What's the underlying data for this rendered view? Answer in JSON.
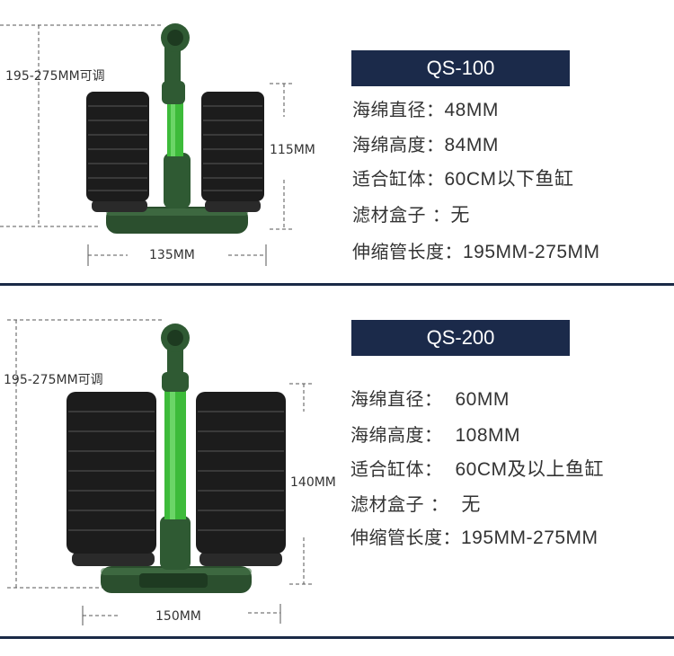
{
  "products": [
    {
      "model": "QS-100",
      "dims": {
        "height_range": "195-275MM可调",
        "sponge_height": "115MM",
        "width": "135MM"
      },
      "specs": [
        {
          "label": "海绵直径：",
          "value": "48MM"
        },
        {
          "label": "海绵高度：",
          "value": "84MM"
        },
        {
          "label": "适合缸体：",
          "value": "60CM以下鱼缸"
        },
        {
          "label": "滤材盒子 ：",
          "value": "无"
        },
        {
          "label": "伸缩管长度：",
          "value": "195MM-275MM"
        }
      ]
    },
    {
      "model": "QS-200",
      "dims": {
        "height_range": "195-275MM可调",
        "sponge_height": "140MM",
        "width": "150MM"
      },
      "specs": [
        {
          "label": "海绵直径：",
          "value": "60MM"
        },
        {
          "label": "海绵高度：",
          "value": "108MM"
        },
        {
          "label": "适合缸体：",
          "value": "60CM及以上鱼缸"
        },
        {
          "label": "滤材盒子 ：",
          "value": "无"
        },
        {
          "label": "伸缩管长度：",
          "value": "195MM-275MM"
        }
      ]
    }
  ],
  "colors": {
    "badge_bg": "#1b2a4a",
    "divider": "#1a2a47",
    "sponge": "#1c1c1c",
    "pipe": "#2f5a33",
    "tube": "#3dbb3a"
  }
}
